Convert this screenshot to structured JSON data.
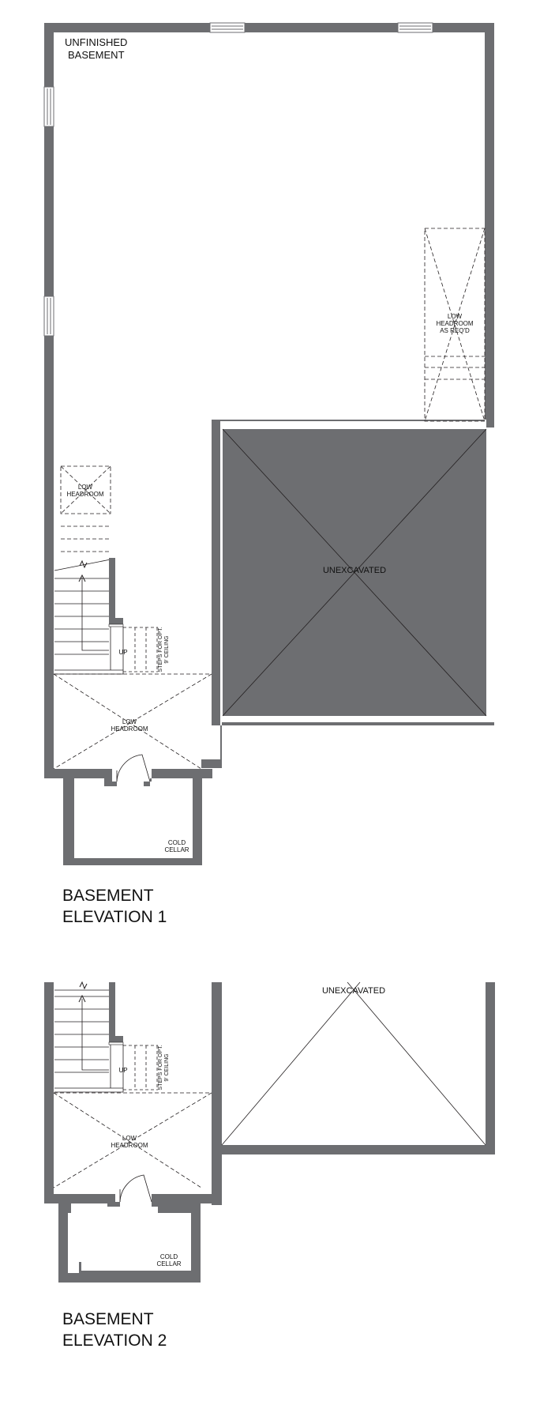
{
  "colors": {
    "wall": "#6d6e71",
    "line": "#231f20",
    "background": "#ffffff"
  },
  "elevation_1": {
    "room_label_line1": "UNFINISHED",
    "room_label_line2": "BASEMENT",
    "unexcavated": "UNEXCAVATED",
    "low_headroom_right_1": "LOW",
    "low_headroom_right_2": "HEADROOM",
    "low_headroom_right_3": "AS REQ'D",
    "low_headroom_stair_1": "LOW",
    "low_headroom_stair_2": "HEADROOM",
    "low_headroom_entry_1": "LOW",
    "low_headroom_entry_2": "HEADROOM",
    "up": "UP",
    "steps_note_1": "STEPS FOR OPT.",
    "steps_note_2": "9' CEILING",
    "cold_cellar_1": "COLD",
    "cold_cellar_2": "CELLAR",
    "title_line1": "BASEMENT",
    "title_line2": "ELEVATION 1"
  },
  "elevation_2": {
    "unexcavated": "UNEXCAVATED",
    "low_headroom_entry_1": "LOW",
    "low_headroom_entry_2": "HEADROOM",
    "up": "UP",
    "steps_note_1": "STEPS FOR OPT.",
    "steps_note_2": "9' CEILING",
    "cold_cellar_1": "COLD",
    "cold_cellar_2": "CELLAR",
    "title_line1": "BASEMENT",
    "title_line2": "ELEVATION 2"
  }
}
